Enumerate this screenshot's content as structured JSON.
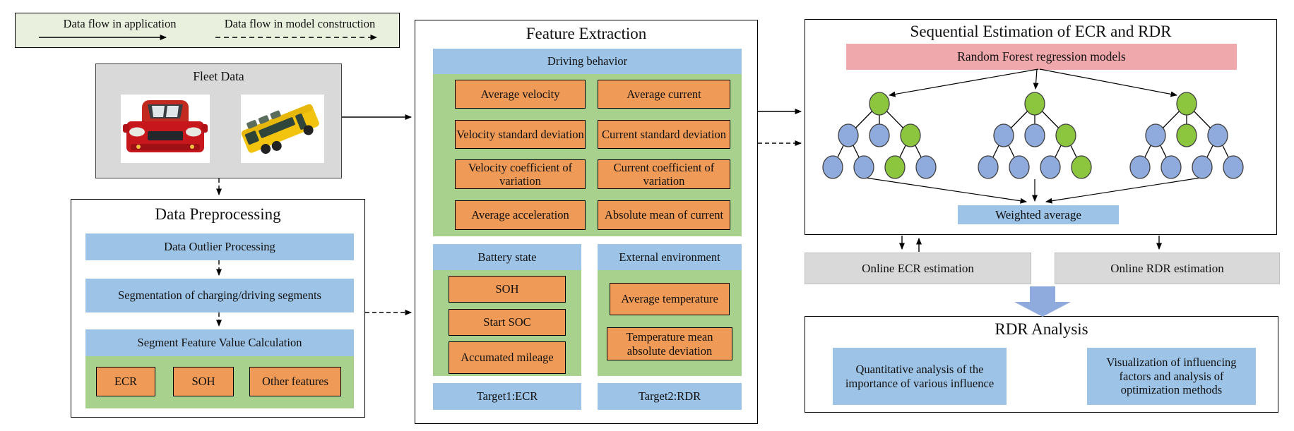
{
  "colors": {
    "blue_box": "#9DC3E6",
    "green_box": "#A9D18E",
    "orange_box": "#F09A57",
    "pink_box": "#EFA9AD",
    "gray_box": "#D9D9D9",
    "legend_bg": "#EAF0DE",
    "block_arrow": "#8FAADC"
  },
  "legend": {
    "items": [
      {
        "label": "Data flow in application",
        "style": "solid"
      },
      {
        "label": "Data flow in model construction",
        "style": "dashed"
      }
    ]
  },
  "fleet_data": {
    "title": "Fleet Data",
    "images": [
      "red-car",
      "yellow-bus"
    ]
  },
  "data_preprocessing": {
    "title": "Data Preprocessing",
    "steps": [
      "Data Outlier Processing",
      "Segmentation of charging/driving segments",
      "Segment Feature Value Calculation"
    ],
    "outputs": [
      "ECR",
      "SOH",
      "Other features"
    ]
  },
  "feature_extraction": {
    "title": "Feature Extraction",
    "driving_behavior": {
      "title": "Driving behavior",
      "features": [
        "Average velocity",
        "Average current",
        "Velocity standard deviation",
        "Current standard deviation",
        "Velocity coefficient of variation",
        "Current coefficient of variation",
        "Average acceleration",
        "Absolute mean of current"
      ]
    },
    "battery_state": {
      "title": "Battery state",
      "features": [
        "SOH",
        "Start SOC",
        "Accumated mileage"
      ],
      "target": "Target1:ECR"
    },
    "external_environment": {
      "title": "External environment",
      "features": [
        "Average temperature",
        "Temperature mean absolute deviation"
      ],
      "target": "Target2:RDR"
    }
  },
  "sequential_estimation": {
    "title": "Sequential Estimation of ECR and RDR",
    "model_label": "Random Forest regression models",
    "aggregation_label": "Weighted average",
    "forest": {
      "node_colors": {
        "blue": "#8FAADC",
        "green": "#8CC63F"
      },
      "trees": [
        {
          "root": "green",
          "level2": [
            "blue",
            "blue",
            "green"
          ],
          "level3": [
            "blue",
            "blue",
            "green",
            "blue"
          ]
        },
        {
          "root": "green",
          "level2": [
            "blue",
            "blue",
            "green"
          ],
          "level3": [
            "blue",
            "blue",
            "blue",
            "green"
          ]
        },
        {
          "root": "green",
          "level2": [
            "blue",
            "green",
            "blue"
          ],
          "level3": [
            "blue",
            "blue",
            "blue",
            "blue"
          ]
        }
      ]
    }
  },
  "online_outputs": {
    "ecr": "Online ECR estimation",
    "rdr": "Online RDR estimation"
  },
  "rdr_analysis": {
    "title": "RDR Analysis",
    "items": [
      "Quantitative analysis of the importance of various influence",
      "Visualization of influencing factors and analysis of optimization methods"
    ]
  }
}
